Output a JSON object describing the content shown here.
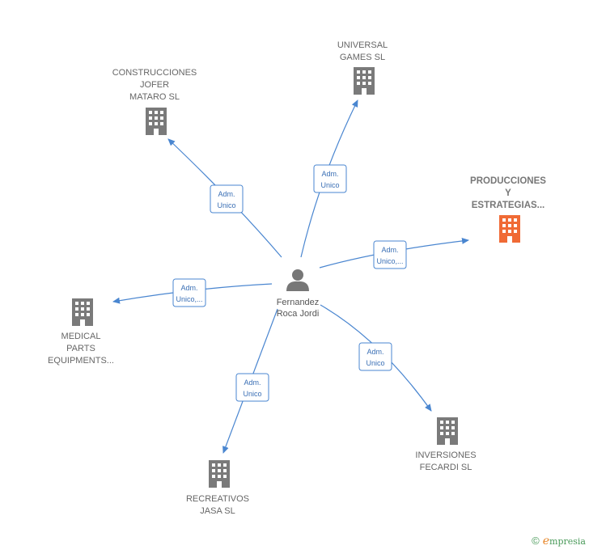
{
  "center": {
    "label_lines": [
      "Fernandez",
      "Roca Jordi"
    ],
    "icon": "person-icon"
  },
  "companies": [
    {
      "id": "construcciones",
      "label_lines": [
        "CONSTRUCCIONES",
        "JOFER",
        "MATARO  SL"
      ],
      "highlight": false,
      "edge_label": [
        "Adm.",
        "Unico"
      ],
      "icon": "building-icon"
    },
    {
      "id": "universal",
      "label_lines": [
        "UNIVERSAL",
        "GAMES  SL"
      ],
      "highlight": false,
      "edge_label": [
        "Adm.",
        "Unico"
      ],
      "icon": "building-icon"
    },
    {
      "id": "producciones",
      "label_lines": [
        "PRODUCCIONES",
        "Y",
        "ESTRATEGIAS..."
      ],
      "highlight": true,
      "edge_label": [
        "Adm.",
        "Unico,..."
      ],
      "icon": "building-icon"
    },
    {
      "id": "medical",
      "label_lines": [
        "MEDICAL",
        "PARTS",
        "EQUIPMENTS..."
      ],
      "highlight": false,
      "edge_label": [
        "Adm.",
        "Unico,..."
      ],
      "icon": "building-icon"
    },
    {
      "id": "inversiones",
      "label_lines": [
        "INVERSIONES",
        "FECARDI  SL"
      ],
      "highlight": false,
      "edge_label": [
        "Adm.",
        "Unico"
      ],
      "icon": "building-icon"
    },
    {
      "id": "recreativos",
      "label_lines": [
        "RECREATIVOS",
        "JASA  SL"
      ],
      "highlight": false,
      "edge_label": [
        "Adm.",
        "Unico"
      ],
      "icon": "building-icon"
    }
  ],
  "colors": {
    "edge": "#4a86d0",
    "building": "#7a7a7a",
    "building_highlight": "#f06a35",
    "person": "#777777"
  },
  "watermark": {
    "copyright": "©",
    "brand_initial": "e",
    "brand_rest": "mpresia"
  }
}
